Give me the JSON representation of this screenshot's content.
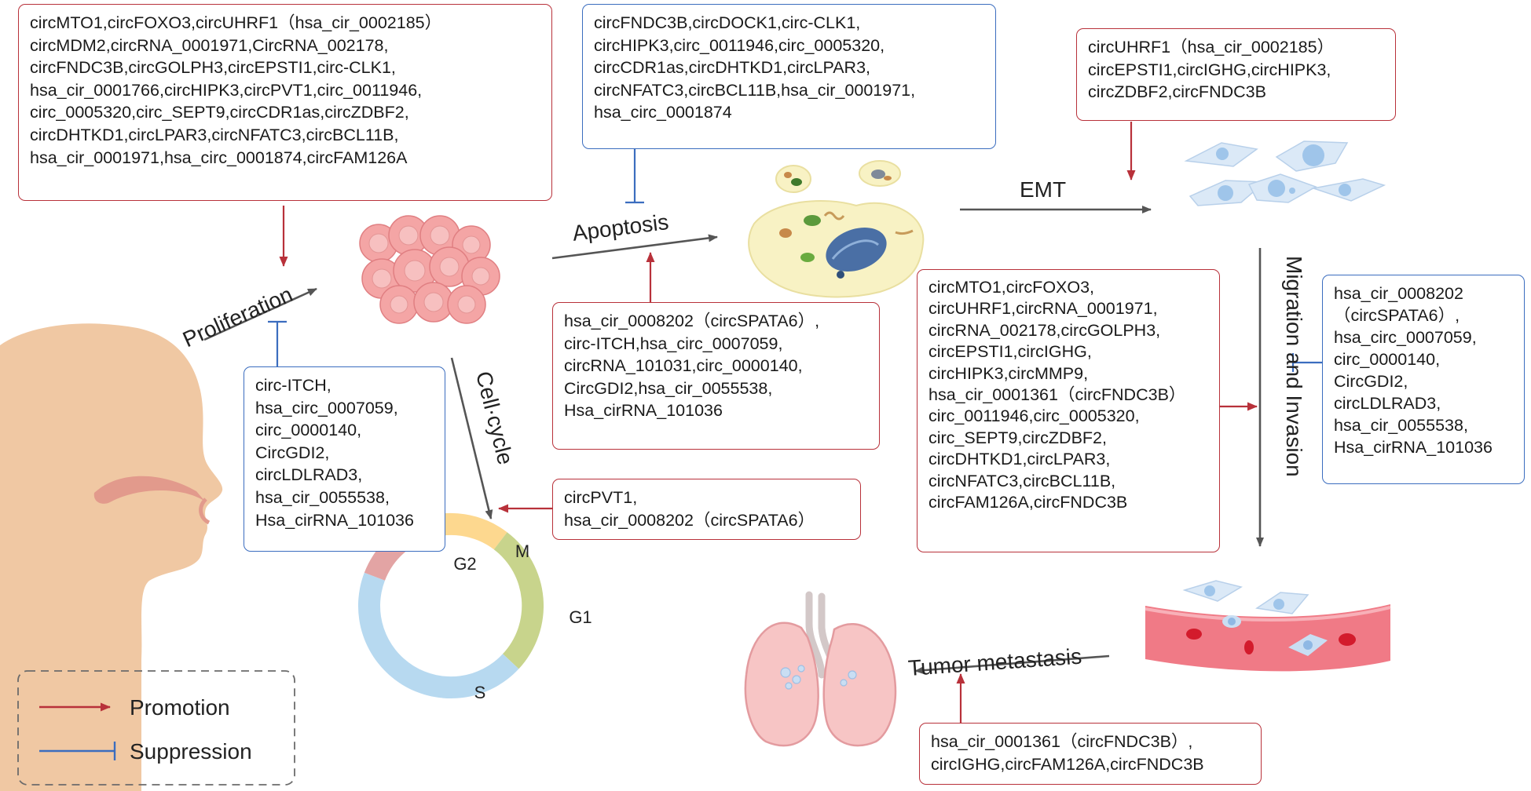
{
  "colors": {
    "promotion": "#b8313a",
    "suppression": "#3b6dbf",
    "process_arrow": "#555555",
    "cell_fill": "#f4a5a5",
    "head_skin": "#f0c8a3",
    "cycle_m": "#fdd88f",
    "cycle_g1": "#c8d48c",
    "cycle_s": "#b7d9f0",
    "cycle_g2": "#e3a4a4",
    "vessel": "#f07a86",
    "lung": "#f7c5c5"
  },
  "processes": {
    "proliferation": "Proliferation",
    "apoptosis": "Apoptosis",
    "emt": "EMT",
    "cell_cycle": "Cell·cycle",
    "migration": "Migration and Invasion",
    "metastasis": "Tumor metastasis"
  },
  "cell_cycle_phases": [
    "M",
    "G1",
    "S",
    "G2"
  ],
  "legend": {
    "promotion": "Promotion",
    "suppression": "Suppression"
  },
  "boxes": {
    "proliferation_promote": [
      "circMTO1,circFOXO3,circUHRF1（hsa_cir_0002185）",
      "circMDM2,circRNA_0001971,CircRNA_002178,",
      "circFNDC3B,circGOLPH3,circEPSTI1,circ-CLK1,",
      "hsa_cir_0001766,circHIPK3,circPVT1,circ_0011946,",
      "circ_0005320,circ_SEPT9,circCDR1as,circZDBF2,",
      "circDHTKD1,circLPAR3,circNFATC3,circBCL11B,",
      "hsa_cir_0001971,hsa_circ_0001874,circFAM126A"
    ],
    "apoptosis_suppress": [
      "circFNDC3B,circDOCK1,circ-CLK1,",
      "circHIPK3,circ_0011946,circ_0005320,",
      "circCDR1as,circDHTKD1,circLPAR3,",
      "circNFATC3,circBCL11B,hsa_cir_0001971,",
      "hsa_circ_0001874"
    ],
    "emt_promote": [
      "circUHRF1（hsa_cir_0002185）",
      "circEPSTI1,circIGHG,circHIPK3,",
      "circZDBF2,circFNDC3B"
    ],
    "apoptosis_promote": [
      "hsa_cir_0008202（circSPATA6）,",
      "circ-ITCH,hsa_circ_0007059,",
      "circRNA_101031,circ_0000140,",
      "CircGDI2,hsa_cir_0055538,",
      "Hsa_cirRNA_101036"
    ],
    "proliferation_suppress": [
      "circ-ITCH,",
      "hsa_circ_0007059,",
      "circ_0000140,",
      "CircGDI2,",
      "circLDLRAD3,",
      "hsa_cir_0055538,",
      "Hsa_cirRNA_101036"
    ],
    "cellcycle_promote": [
      "circPVT1,",
      "hsa_cir_0008202（circSPATA6）"
    ],
    "migration_promote": [
      "circMTO1,circFOXO3,",
      "circUHRF1,circRNA_0001971,",
      "circRNA_002178,circGOLPH3,",
      "circEPSTI1,circIGHG,",
      "circHIPK3,circMMP9,",
      "hsa_cir_0001361（circFNDC3B）",
      "circ_0011946,circ_0005320,",
      "circ_SEPT9,circZDBF2,",
      "circDHTKD1,circLPAR3,",
      "circNFATC3,circBCL11B,",
      "circFAM126A,circFNDC3B"
    ],
    "migration_suppress": [
      "hsa_cir_0008202",
      "（circSPATA6）,",
      "hsa_circ_0007059,",
      "circ_0000140,",
      "CircGDI2,",
      "circLDLRAD3,",
      "hsa_cir_0055538,",
      "Hsa_cirRNA_101036"
    ],
    "metastasis_promote": [
      "hsa_cir_0001361（circFNDC3B）,",
      "circIGHG,circFAM126A,circFNDC3B"
    ]
  }
}
